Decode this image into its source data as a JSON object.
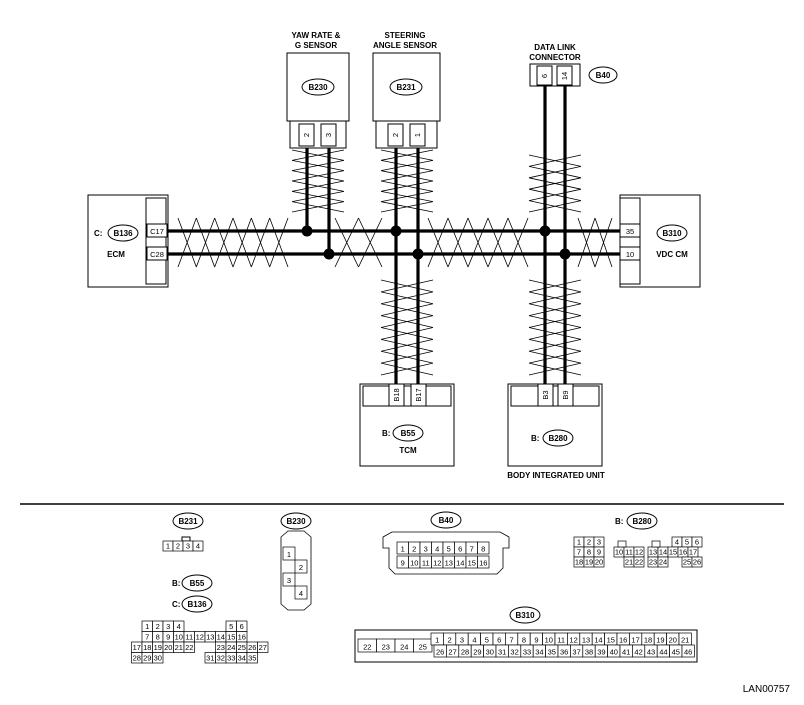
{
  "components": {
    "yaw": {
      "title1": "YAW RATE &",
      "title2": "G SENSOR",
      "connector": "B230",
      "pins": [
        "2",
        "3"
      ]
    },
    "steer": {
      "title1": "STEERING",
      "title2": "ANGLE SENSOR",
      "connector": "B231",
      "pins": [
        "2",
        "1"
      ]
    },
    "dlc": {
      "title1": "DATA LINK",
      "title2": "CONNECTOR",
      "connector": "B40",
      "pins": [
        "6",
        "14"
      ]
    },
    "ecm": {
      "prefix": "C:",
      "connector": "B136",
      "name": "ECM",
      "pins": [
        "C17",
        "C28"
      ]
    },
    "vdc": {
      "connector": "B310",
      "name": "VDC CM",
      "pins": [
        "35",
        "10"
      ]
    },
    "tcm": {
      "prefix": "B:",
      "connector": "B55",
      "name": "TCM",
      "pins": [
        "B18",
        "B17"
      ]
    },
    "biu": {
      "prefix": "B:",
      "connector": "B280",
      "name": "BODY INTEGRATED UNIT",
      "pins": [
        "B3",
        "B9"
      ]
    }
  },
  "connector_views": {
    "b231": {
      "label": "B231",
      "pins": [
        "1",
        "2",
        "3",
        "4"
      ]
    },
    "b230": {
      "label": "B230",
      "pins": [
        "1",
        "2",
        "3",
        "4"
      ]
    },
    "b40": {
      "label": "B40",
      "row1": [
        "1",
        "2",
        "3",
        "4",
        "5",
        "6",
        "7",
        "8"
      ],
      "row2": [
        "9",
        "10",
        "11",
        "12",
        "13",
        "14",
        "15",
        "16"
      ]
    },
    "b280": {
      "prefix": "B:",
      "label": "B280",
      "left": [
        [
          "1",
          "2",
          "3"
        ],
        [
          "7",
          "8",
          "9"
        ],
        [
          "18",
          "19",
          "20"
        ]
      ],
      "mid": [
        [
          "10",
          "11",
          "12"
        ],
        [
          "21",
          "22"
        ]
      ],
      "mid2": [
        [
          "13",
          "14"
        ],
        [
          "23",
          "24"
        ]
      ],
      "right": [
        [
          "4",
          "5",
          "6"
        ],
        [
          "15",
          "16",
          "17"
        ],
        [
          "25",
          "26"
        ]
      ]
    },
    "b55": {
      "prefix": "B:",
      "label": "B55"
    },
    "b136": {
      "prefix": "C:",
      "label": "B136",
      "leftA": [
        [
          "1",
          "2",
          "3",
          "4"
        ],
        [
          "7",
          "8",
          "9",
          "10",
          "11",
          "12"
        ],
        [
          "17",
          "18",
          "19",
          "20",
          "21",
          "22"
        ],
        [
          "28",
          "29",
          "30"
        ]
      ],
      "rightA": [
        [
          "5",
          "6"
        ],
        [
          "13",
          "14",
          "15",
          "16"
        ],
        [
          "23",
          "24",
          "25",
          "26",
          "27"
        ],
        [
          "31",
          "32",
          "33",
          "34",
          "35"
        ]
      ]
    },
    "b310": {
      "label": "B310",
      "left": [
        "22",
        "23",
        "24",
        "25"
      ],
      "row1": [
        "1",
        "2",
        "3",
        "4",
        "5",
        "6",
        "7",
        "8",
        "9",
        "10",
        "11",
        "12",
        "13",
        "14",
        "15",
        "16",
        "17",
        "18",
        "19",
        "20",
        "21"
      ],
      "row2": [
        "26",
        "27",
        "28",
        "29",
        "30",
        "31",
        "32",
        "33",
        "34",
        "35",
        "36",
        "37",
        "38",
        "39",
        "40",
        "41",
        "42",
        "43",
        "44",
        "45",
        "46"
      ]
    }
  },
  "figure_id": "LAN00757"
}
